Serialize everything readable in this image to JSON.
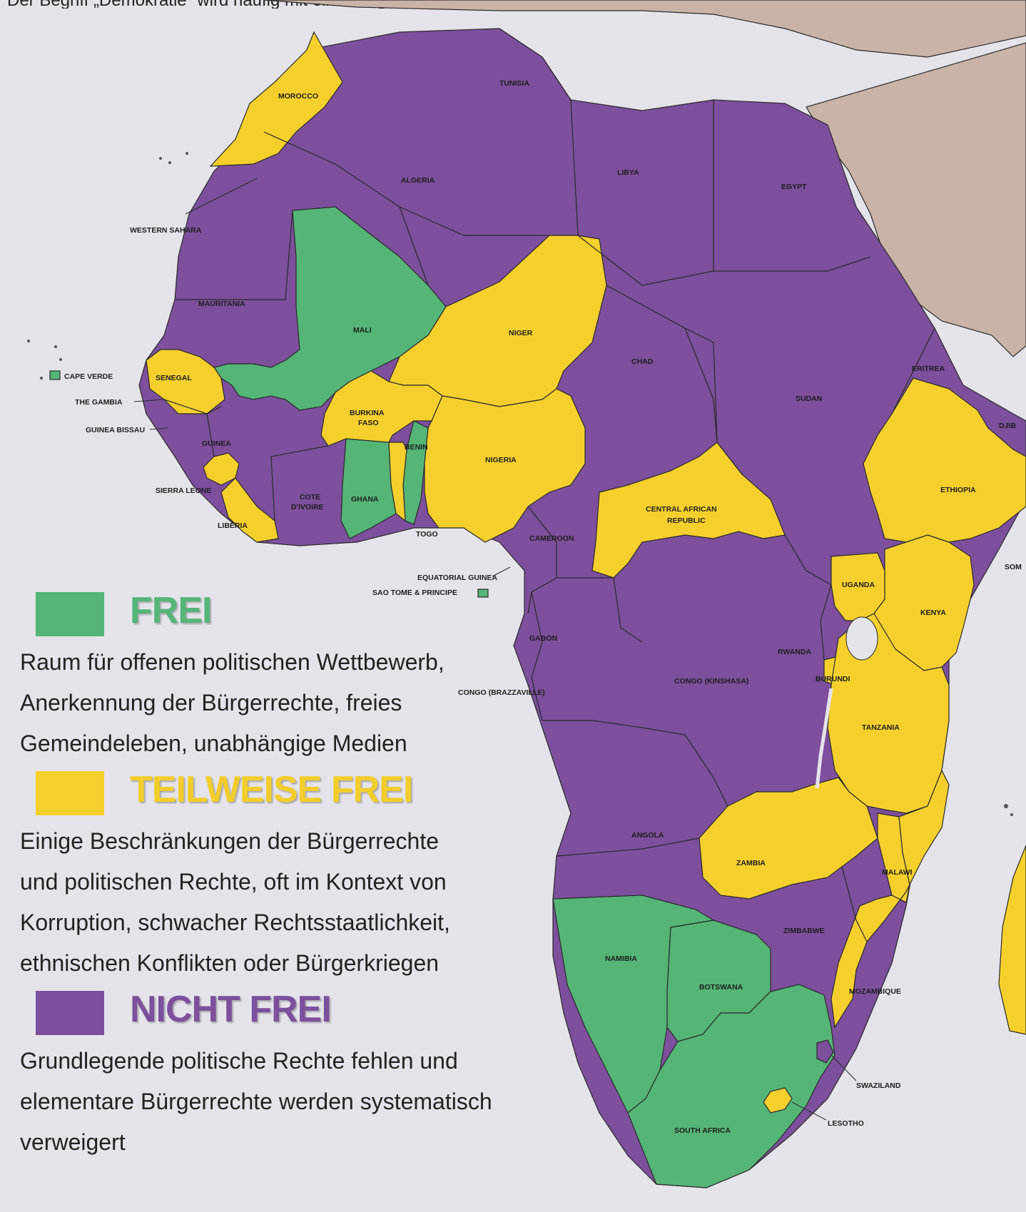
{
  "top_text": "Der Begriff „Demokratie“ wird häufig mit einer Regierungsform gleichgesetzt",
  "colors": {
    "free": "#54b577",
    "partly_free": "#f5d02d",
    "not_free": "#7d4f9c",
    "sea": "#e4e3ea",
    "other_land": "#c9b3a6",
    "border": "#2a2a2a"
  },
  "countries": {
    "morocco": "MOROCCO",
    "algeria": "ALGERIA",
    "tunisia": "TUNISIA",
    "libya": "LIBYA",
    "egypt": "EGYPT",
    "western_sahara": "WESTERN SAHARA",
    "mauritania": "MAURITANIA",
    "mali": "MALI",
    "niger": "NIGER",
    "chad": "CHAD",
    "sudan": "SUDAN",
    "eritrea": "ERITREA",
    "djibouti": "DJIB",
    "ethiopia": "ETHIOPIA",
    "somalia": "SOM",
    "cape_verde": "CAPE VERDE",
    "senegal": "SENEGAL",
    "the_gambia": "THE GAMBIA",
    "guinea_bissau": "GUINEA BISSAU",
    "guinea": "GUINEA",
    "sierra_leone": "SIERRA LEONE",
    "liberia": "LIBERIA",
    "cote_divoire_1": "COTE",
    "cote_divoire_2": "D'IVOIRE",
    "burkina_faso_1": "BURKINA",
    "burkina_faso_2": "FASO",
    "ghana": "GHANA",
    "togo": "TOGO",
    "benin": "BENIN",
    "nigeria": "NIGERIA",
    "cameroon": "CAMEROON",
    "car_1": "CENTRAL AFRICAN",
    "car_2": "REPUBLIC",
    "equatorial_guinea": "EQUATORIAL GUINEA",
    "sao_tome": "SAO TOME & PRINCIPE",
    "gabon": "GABON",
    "congo_brazzaville": "CONGO (BRAZZAVILLE)",
    "congo_kinshasa": "CONGO (KINSHASA)",
    "uganda": "UGANDA",
    "kenya": "KENYA",
    "rwanda": "RWANDA",
    "burundi": "BURUNDI",
    "tanzania": "TANZANIA",
    "angola": "ANGOLA",
    "zambia": "ZAMBIA",
    "malawi": "MALAWI",
    "zimbabwe": "ZIMBABWE",
    "namibia": "NAMIBIA",
    "botswana": "BOTSWANA",
    "mozambique": "MOZAMBIQUE",
    "swaziland": "SWAZILAND",
    "lesotho": "LESOTHO",
    "south_africa": "SOUTH AFRICA"
  },
  "legend": {
    "free": {
      "title": "FREI",
      "lines": [
        "Raum für offenen politischen Wettbewerb,",
        "Anerkennung der Bürgerrechte, freies",
        "Gemeindeleben, unabhängige Medien"
      ]
    },
    "partly_free": {
      "title": "TEILWEISE FREI",
      "lines": [
        "Einige Beschränkungen der Bürgerrechte",
        "und politischen Rechte, oft im Kontext von",
        "Korruption, schwacher Rechtsstaatlichkeit,",
        "ethnischen Konflikten oder Bürgerkriegen"
      ]
    },
    "not_free": {
      "title": "NICHT FREI",
      "lines": [
        "Grundlegende politische Rechte fehlen und",
        "elementare Bürgerrechte werden systematisch",
        "verweigert"
      ]
    }
  }
}
